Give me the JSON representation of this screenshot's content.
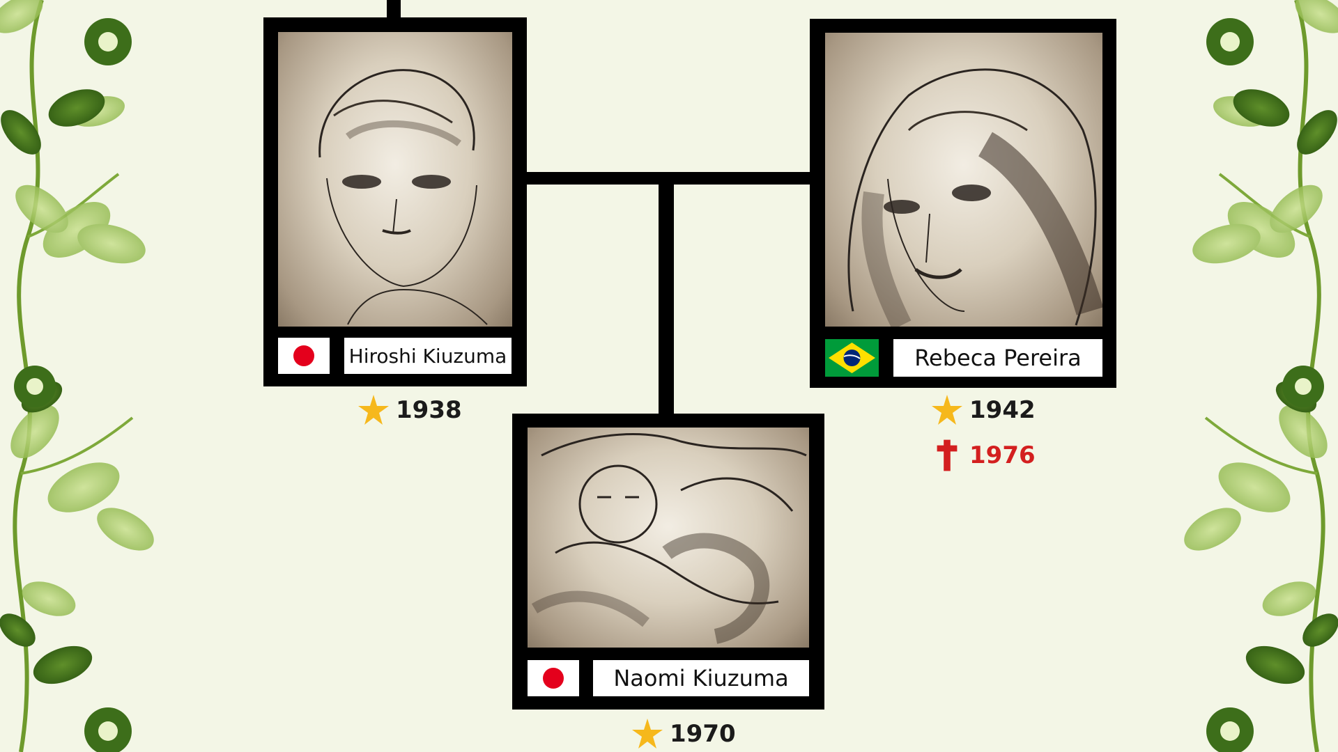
{
  "people": {
    "father": {
      "name": "Hiroshi Kiuzuma",
      "nationality": "Japan",
      "flag_icon": "japan-flag-icon",
      "birth_year": "1938"
    },
    "mother": {
      "name": "Rebeca Pereira",
      "nationality": "Brazil",
      "flag_icon": "brazil-flag-icon",
      "birth_year": "1942",
      "death_year": "1976"
    },
    "child": {
      "name": "Naomi Kiuzuma",
      "nationality": "Japan",
      "flag_icon": "japan-flag-icon",
      "birth_year": "1970"
    }
  },
  "icons": {
    "birth": "star-icon",
    "death": "cross-icon"
  },
  "colors": {
    "background": "#f3f6e6",
    "frame": "#000000",
    "birth_star": "#f6b81c",
    "death": "#d31f1f",
    "vine_green": "#6e9a2c"
  }
}
